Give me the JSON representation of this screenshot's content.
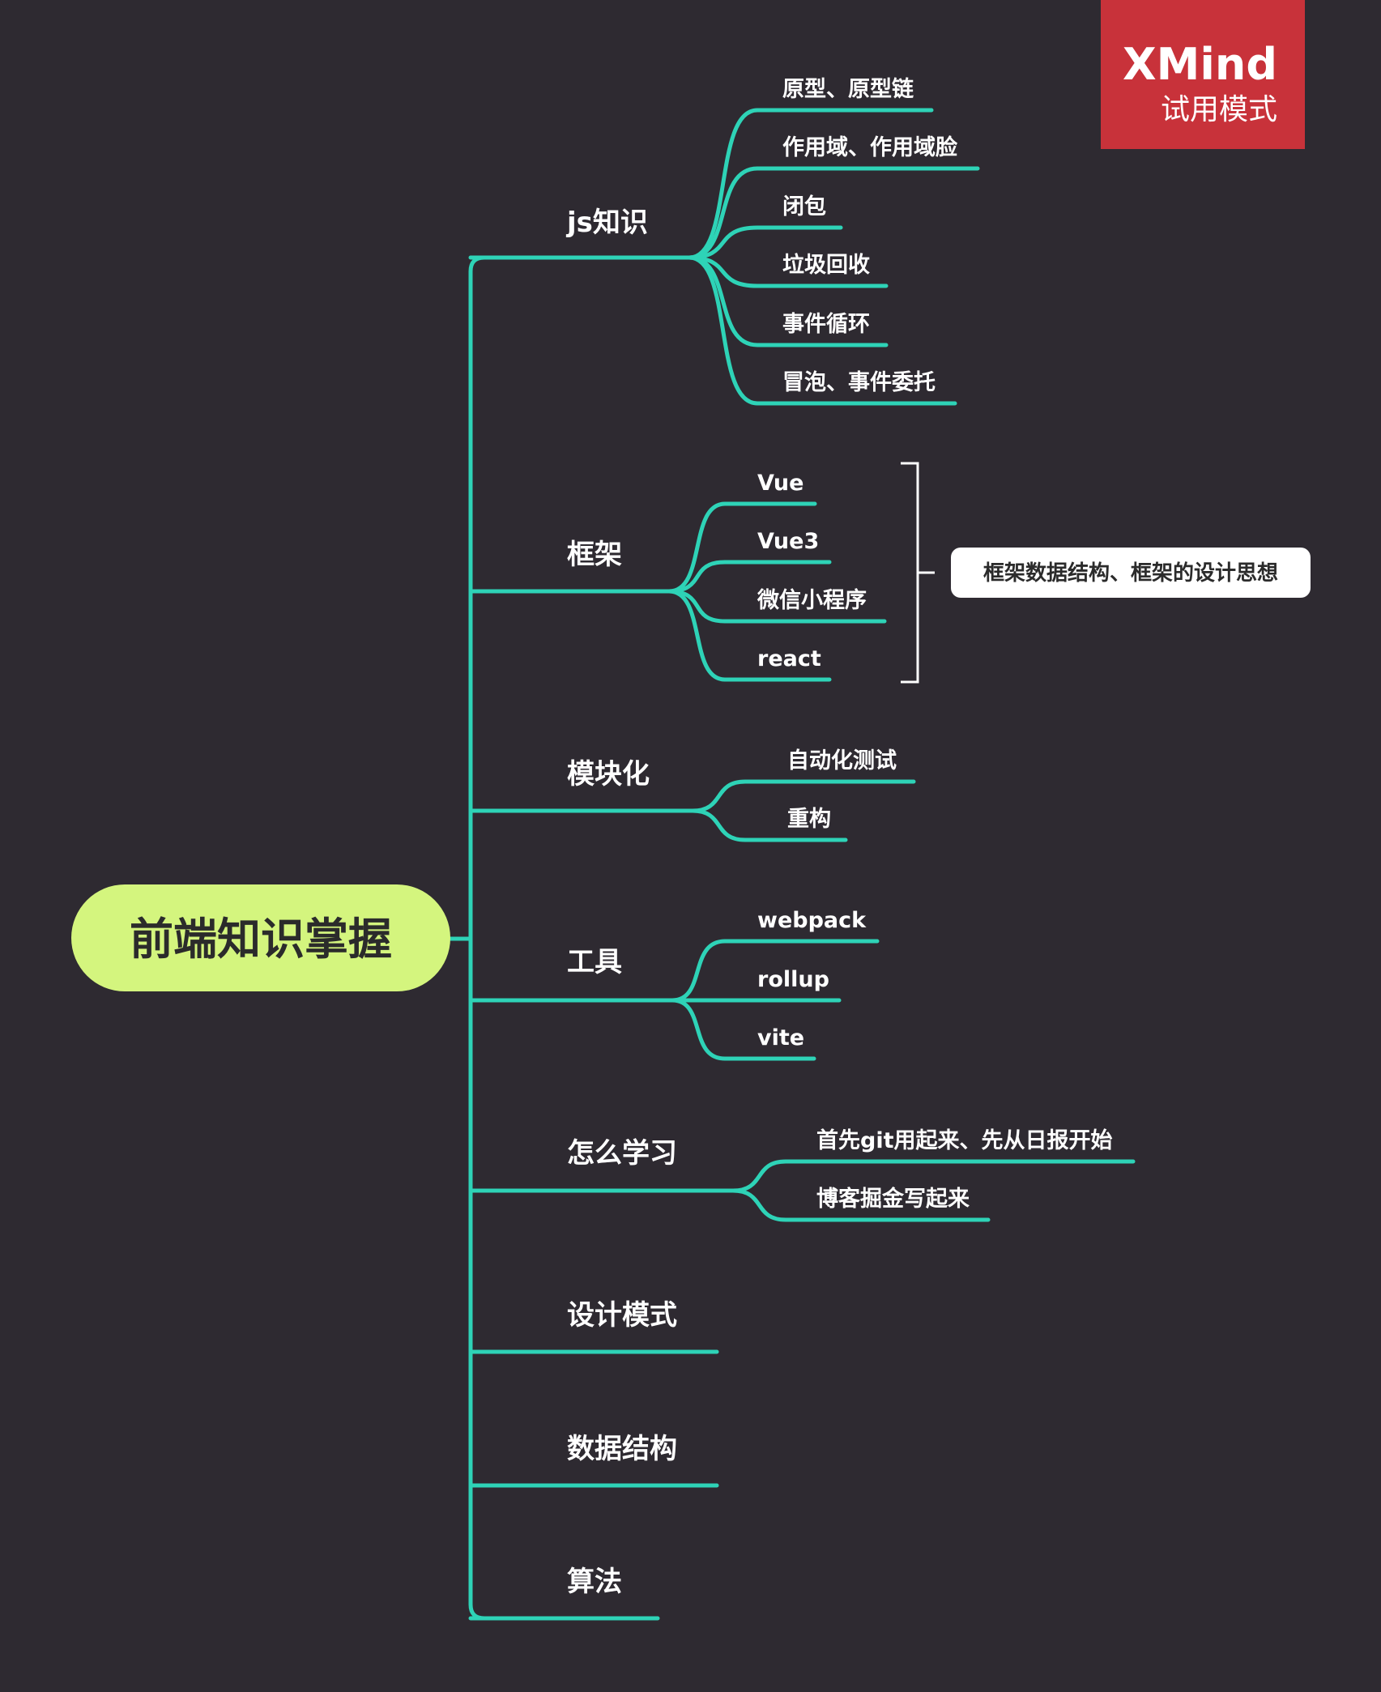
{
  "mindmap": {
    "root": {
      "label": "前端知识掌握"
    },
    "branches": [
      {
        "label": "js知识",
        "children": [
          "原型、原型链",
          "作用域、作用域脸",
          "闭包",
          "垃圾回收",
          "事件循环",
          "冒泡、事件委托"
        ]
      },
      {
        "label": "框架",
        "children": [
          "Vue",
          "Vue3",
          "微信小程序",
          "react"
        ]
      },
      {
        "label": "模块化",
        "children": [
          "自动化测试",
          "重构"
        ]
      },
      {
        "label": "工具",
        "children": [
          "webpack",
          "rollup",
          "vite"
        ]
      },
      {
        "label": "怎么学习",
        "children": [
          "首先git用起来、先从日报开始",
          "博客掘金写起来"
        ]
      },
      {
        "label": "设计模式",
        "children": []
      },
      {
        "label": "数据结构",
        "children": []
      },
      {
        "label": "算法",
        "children": []
      }
    ],
    "summary": {
      "label": "框架数据结构、框架的设计思想"
    }
  },
  "watermark": {
    "title": "XMind",
    "subtitle": "试用模式"
  },
  "colors": {
    "background": "#2e2a31",
    "connector": "#2ed3b7",
    "root_fill": "#d4f57e",
    "watermark": "#c8323a",
    "callout_fill": "#ffffff"
  }
}
